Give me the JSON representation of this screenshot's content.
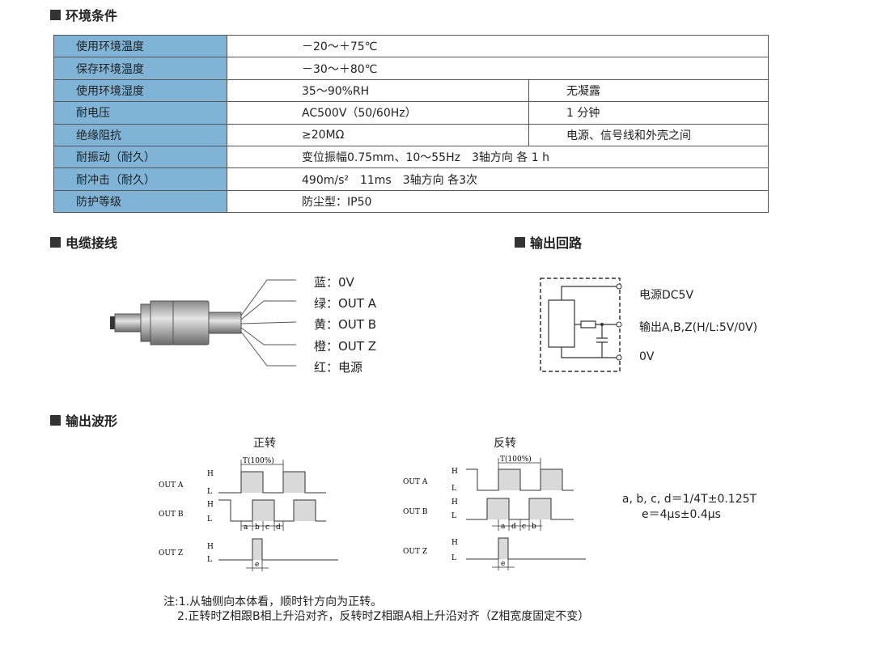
{
  "sections": {
    "env": "环境条件",
    "cable": "电缆接线",
    "circuit": "输出回路",
    "waveform": "输出波形"
  },
  "env_table": [
    {
      "key": "使用环境温度",
      "value": "－20～＋75℃",
      "note": ""
    },
    {
      "key": "保存环境温度",
      "value": "－30～＋80℃",
      "note": ""
    },
    {
      "key": "使用环境湿度",
      "value": "35～90%RH",
      "note": "无凝露"
    },
    {
      "key": "耐电压",
      "value": "AC500V（50/60Hz）",
      "note": "1 分钟"
    },
    {
      "key": "绝缘阻抗",
      "value": "≥20MΩ",
      "note": "电源、信号线和外壳之间"
    },
    {
      "key": "耐振动（耐久）",
      "value": "变位振幅0.75mm、10～55Hz　3轴方向 各 1 h",
      "note": ""
    },
    {
      "key": "耐冲击（耐久）",
      "value": "490m/s²　11ms　3轴方向 各3次",
      "note": ""
    },
    {
      "key": "防护等级",
      "value": "防尘型：IP50",
      "note": ""
    }
  ],
  "wires": [
    "蓝：0V",
    "绿：OUT A",
    "黄：OUT B",
    "橙：OUT Z",
    "红：电源"
  ],
  "circuit_labels": [
    "电源DC5V",
    "输出A,B,Z(H/L:5V/0V)",
    "0V"
  ],
  "wave": {
    "forward_title": "正转",
    "reverse_title": "反转",
    "period_label": "T(100%)",
    "out_a": "OUT A",
    "out_b": "OUT B",
    "out_z": "OUT Z",
    "high": "H",
    "low": "L",
    "forward_segments": [
      "a",
      "b",
      "c",
      "d"
    ],
    "reverse_segments": [
      "a",
      "d",
      "c",
      "b"
    ],
    "pulse_label": "e"
  },
  "formula": [
    "a, b, c, d＝1/4T±0.125T",
    "e＝4μs±0.4μs"
  ],
  "notes": [
    "注:1.从轴侧向本体看，顺时针方向为正转。",
    "2.正转时Z相跟B相上升沿对齐，反转时Z相跟A相上升沿对齐（Z相宽度固定不变）"
  ]
}
